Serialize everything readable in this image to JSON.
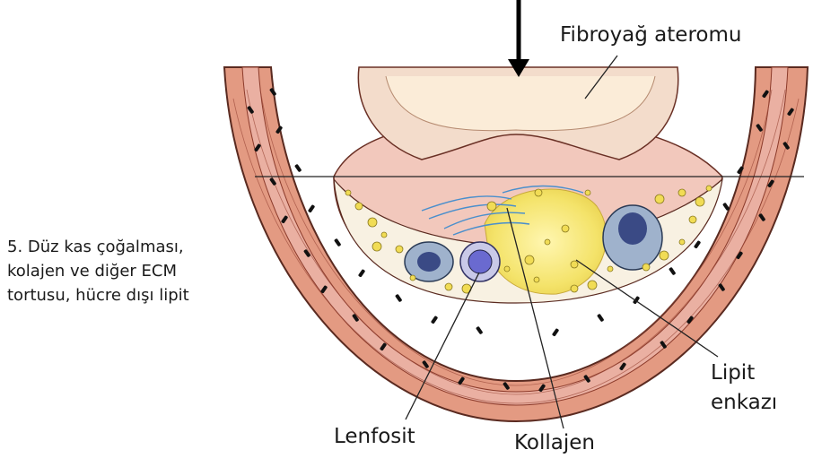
{
  "labels": {
    "fibroyag": "Fibroyağ ateromu",
    "lipit_line1": "Lipit",
    "lipit_line2": "enkazı",
    "lenfosit": "Lenfosit",
    "kollajen": "Kollajen"
  },
  "note": {
    "line1": "5. Düz kas çoğalması,",
    "line2": "kolajen ve diğer ECM",
    "line3": "tortusu, hücre dışı lipit"
  },
  "colors": {
    "outer_wall": "#e39a82",
    "media": "#eab0a2",
    "intima_cap": "#f2c8bc",
    "lumen_fill": "#f3dccb",
    "plaque_base": "#f8f1e2",
    "lipid_core": "#f4e36a",
    "collagen": "#4a8fcc",
    "nucleus": "#111111"
  }
}
